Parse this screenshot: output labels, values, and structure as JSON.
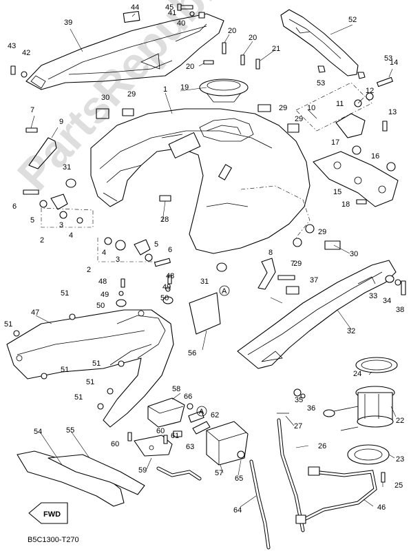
{
  "diagram": {
    "code": "B5C1300-T270",
    "watermark": "PartsRepublik",
    "fwd_label": "FWD",
    "callouts": [
      {
        "id": "c1",
        "label": "1"
      },
      {
        "id": "c2a",
        "label": "2"
      },
      {
        "id": "c2b",
        "label": "2"
      },
      {
        "id": "c3a",
        "label": "3"
      },
      {
        "id": "c3b",
        "label": "3"
      },
      {
        "id": "c4a",
        "label": "4"
      },
      {
        "id": "c4b",
        "label": "4"
      },
      {
        "id": "c5a",
        "label": "5"
      },
      {
        "id": "c5b",
        "label": "5"
      },
      {
        "id": "c6a",
        "label": "6"
      },
      {
        "id": "c6b",
        "label": "6"
      },
      {
        "id": "c7a",
        "label": "7"
      },
      {
        "id": "c7b",
        "label": "7"
      },
      {
        "id": "c8",
        "label": "8"
      },
      {
        "id": "c9",
        "label": "9"
      },
      {
        "id": "c10",
        "label": "10"
      },
      {
        "id": "c11",
        "label": "11"
      },
      {
        "id": "c12",
        "label": "12"
      },
      {
        "id": "c13",
        "label": "13"
      },
      {
        "id": "c14",
        "label": "14"
      },
      {
        "id": "c15",
        "label": "15"
      },
      {
        "id": "c16",
        "label": "16"
      },
      {
        "id": "c17",
        "label": "17"
      },
      {
        "id": "c18",
        "label": "18"
      },
      {
        "id": "c19",
        "label": "19"
      },
      {
        "id": "c20a",
        "label": "20"
      },
      {
        "id": "c20b",
        "label": "20"
      },
      {
        "id": "c20c",
        "label": "20"
      },
      {
        "id": "c21",
        "label": "21"
      },
      {
        "id": "c22",
        "label": "22"
      },
      {
        "id": "c23",
        "label": "23"
      },
      {
        "id": "c24",
        "label": "24"
      },
      {
        "id": "c25",
        "label": "25"
      },
      {
        "id": "c26",
        "label": "26"
      },
      {
        "id": "c27",
        "label": "27"
      },
      {
        "id": "c28",
        "label": "28"
      },
      {
        "id": "c29a",
        "label": "29"
      },
      {
        "id": "c29b",
        "label": "29"
      },
      {
        "id": "c29c",
        "label": "29"
      },
      {
        "id": "c29d",
        "label": "29"
      },
      {
        "id": "c29e",
        "label": "29"
      },
      {
        "id": "c30a",
        "label": "30"
      },
      {
        "id": "c30b",
        "label": "30"
      },
      {
        "id": "c31a",
        "label": "31"
      },
      {
        "id": "c31b",
        "label": "31"
      },
      {
        "id": "c32",
        "label": "32"
      },
      {
        "id": "c33",
        "label": "33"
      },
      {
        "id": "c34",
        "label": "34"
      },
      {
        "id": "c35",
        "label": "35"
      },
      {
        "id": "c36",
        "label": "36"
      },
      {
        "id": "c37",
        "label": "37"
      },
      {
        "id": "c38",
        "label": "38"
      },
      {
        "id": "c39",
        "label": "39"
      },
      {
        "id": "c40",
        "label": "40"
      },
      {
        "id": "c41",
        "label": "41"
      },
      {
        "id": "c42",
        "label": "42"
      },
      {
        "id": "c43",
        "label": "43"
      },
      {
        "id": "c44",
        "label": "44"
      },
      {
        "id": "c45",
        "label": "45"
      },
      {
        "id": "c46",
        "label": "46"
      },
      {
        "id": "c47",
        "label": "47"
      },
      {
        "id": "c48a",
        "label": "48"
      },
      {
        "id": "c48b",
        "label": "48"
      },
      {
        "id": "c49a",
        "label": "49"
      },
      {
        "id": "c49b",
        "label": "49"
      },
      {
        "id": "c50a",
        "label": "50"
      },
      {
        "id": "c50b",
        "label": "50"
      },
      {
        "id": "c51a",
        "label": "51"
      },
      {
        "id": "c51b",
        "label": "51"
      },
      {
        "id": "c51c",
        "label": "51"
      },
      {
        "id": "c51d",
        "label": "51"
      },
      {
        "id": "c51e",
        "label": "51"
      },
      {
        "id": "c51f",
        "label": "51"
      },
      {
        "id": "c52",
        "label": "52"
      },
      {
        "id": "c53a",
        "label": "53"
      },
      {
        "id": "c53b",
        "label": "53"
      },
      {
        "id": "c54",
        "label": "54"
      },
      {
        "id": "c55",
        "label": "55"
      },
      {
        "id": "c56",
        "label": "56"
      },
      {
        "id": "c57",
        "label": "57"
      },
      {
        "id": "c58",
        "label": "58"
      },
      {
        "id": "c59",
        "label": "59"
      },
      {
        "id": "c60a",
        "label": "60"
      },
      {
        "id": "c60b",
        "label": "60"
      },
      {
        "id": "c61",
        "label": "61"
      },
      {
        "id": "c62",
        "label": "62"
      },
      {
        "id": "c63",
        "label": "63"
      },
      {
        "id": "c64",
        "label": "64"
      },
      {
        "id": "c65",
        "label": "65"
      },
      {
        "id": "c66",
        "label": "66"
      },
      {
        "id": "cA1",
        "label": "A"
      },
      {
        "id": "cA2",
        "label": "A"
      }
    ]
  }
}
